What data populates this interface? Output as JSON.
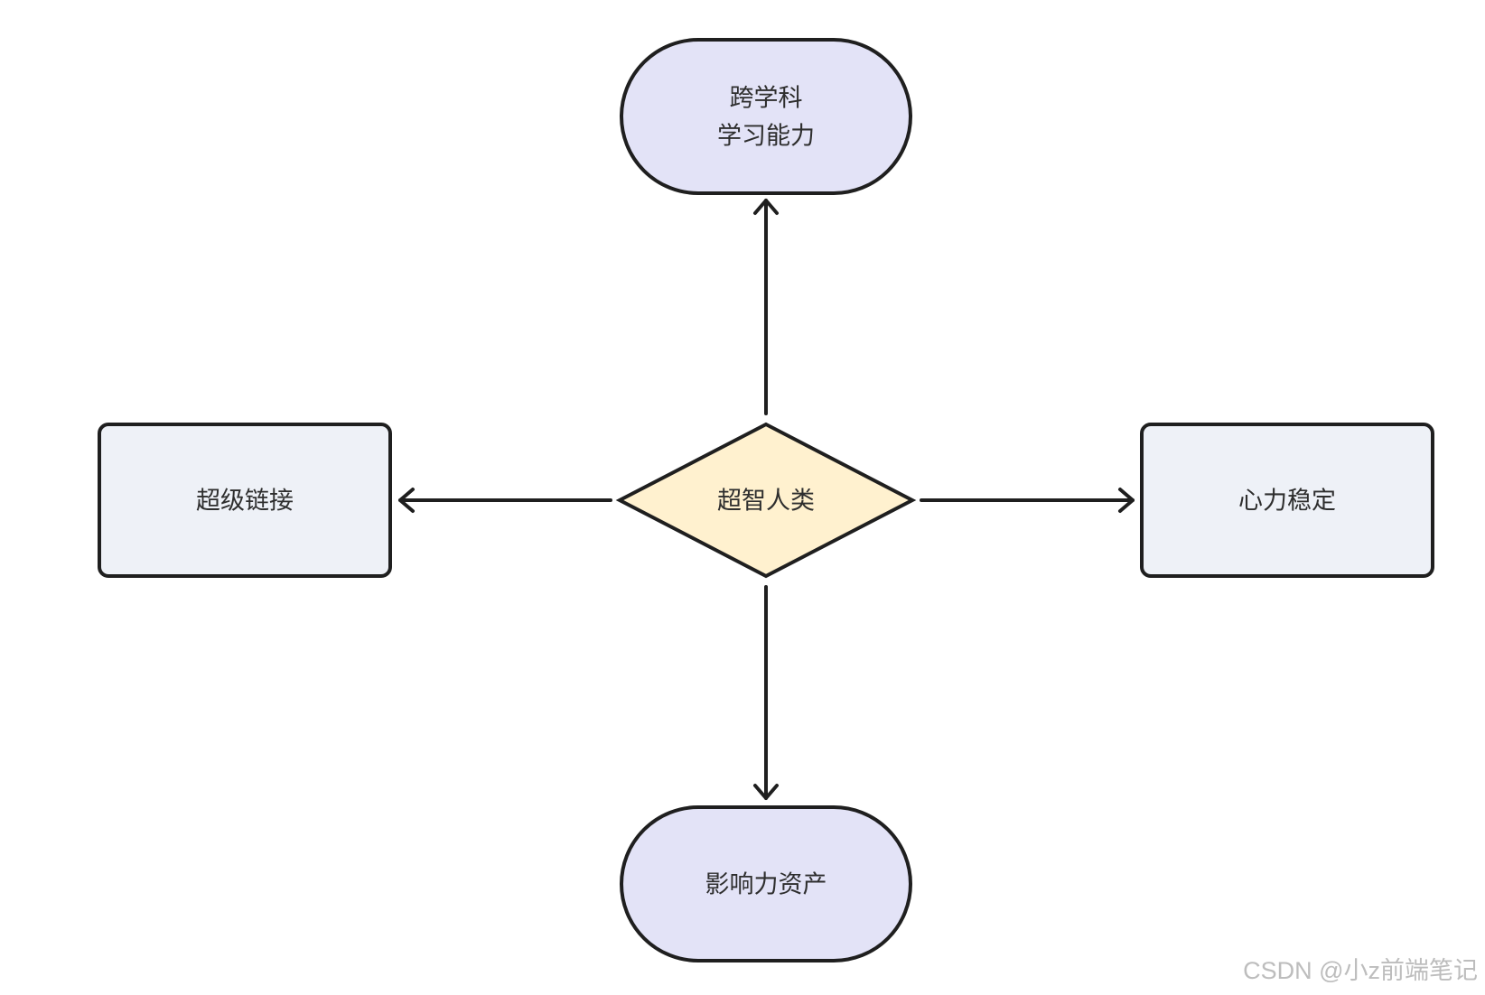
{
  "diagram": {
    "center": {
      "label": "超智人类",
      "fill": "#fff1cf"
    },
    "top": {
      "label_line1": "跨学科",
      "label_line2": "学习能力",
      "fill": "#e3e3f7"
    },
    "left": {
      "label": "超级链接",
      "fill": "#eef1f7"
    },
    "right": {
      "label": "心力稳定",
      "fill": "#eef1f7"
    },
    "bottom": {
      "label": "影响力资产",
      "fill": "#e3e3f7"
    },
    "stroke_color": "#1f1f1f"
  },
  "watermark": "CSDN @小z前端笔记"
}
